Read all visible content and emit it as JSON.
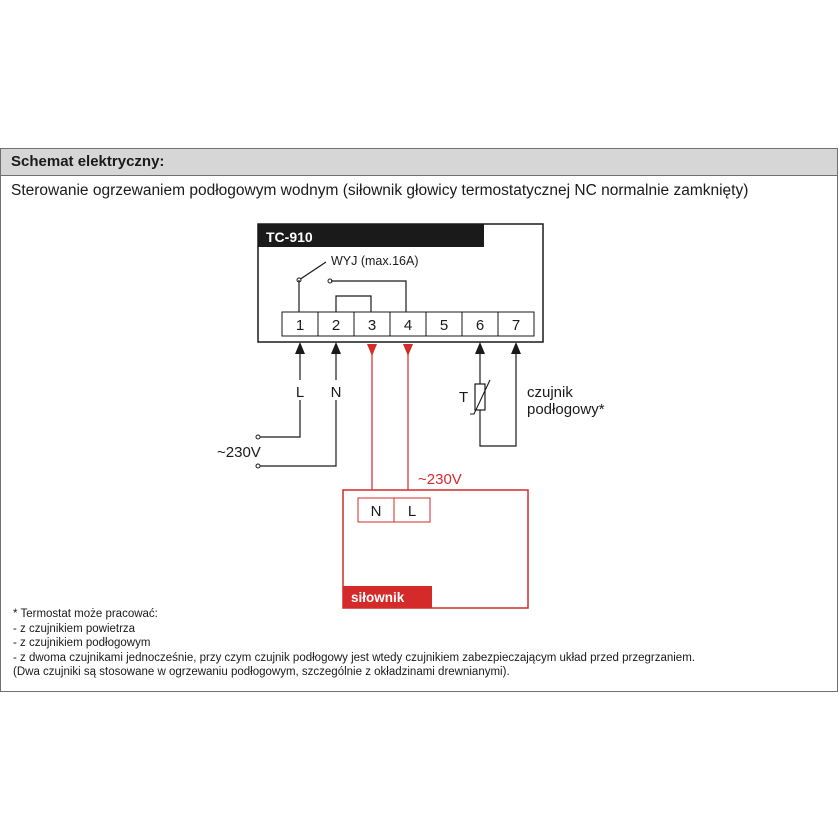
{
  "header": {
    "title": "Schemat elektryczny:"
  },
  "subtitle": "Sterowanie ogrzewaniem podłogowym wodnym (siłownik głowicy termostatycznej NC normalnie zamknięty)",
  "device": {
    "name": "TC-910",
    "relay_label": "WYJ (max.16A)",
    "terminals": [
      "1",
      "2",
      "3",
      "4",
      "5",
      "6",
      "7"
    ]
  },
  "wiring": {
    "line_label": "L",
    "neutral_label": "N",
    "supply_label": "~230V",
    "actuator_supply_label": "~230V",
    "sensor_symbol": "T",
    "sensor_label_1": "czujnik",
    "sensor_label_2": "podłogowy*"
  },
  "actuator": {
    "terminals": [
      "N",
      "L"
    ],
    "name": "siłownik"
  },
  "notes": [
    "* Termostat może pracować:",
    "- z czujnikiem powietrza",
    "- z czujnikiem podłogowym",
    "- z dwoma czujnikami jednocześnie, przy czym czujnik podłogowy jest wtedy czujnikiem zabezpieczającym układ przed przegrzaniem.",
    "(Dwa czujniki są stosowane w ogrzewaniu podłogowym, szczególnie z okładzinami drewnianymi)."
  ],
  "colors": {
    "red": "#d42a2a",
    "black": "#1a1a1a",
    "header_bg": "#d6d6d6"
  }
}
